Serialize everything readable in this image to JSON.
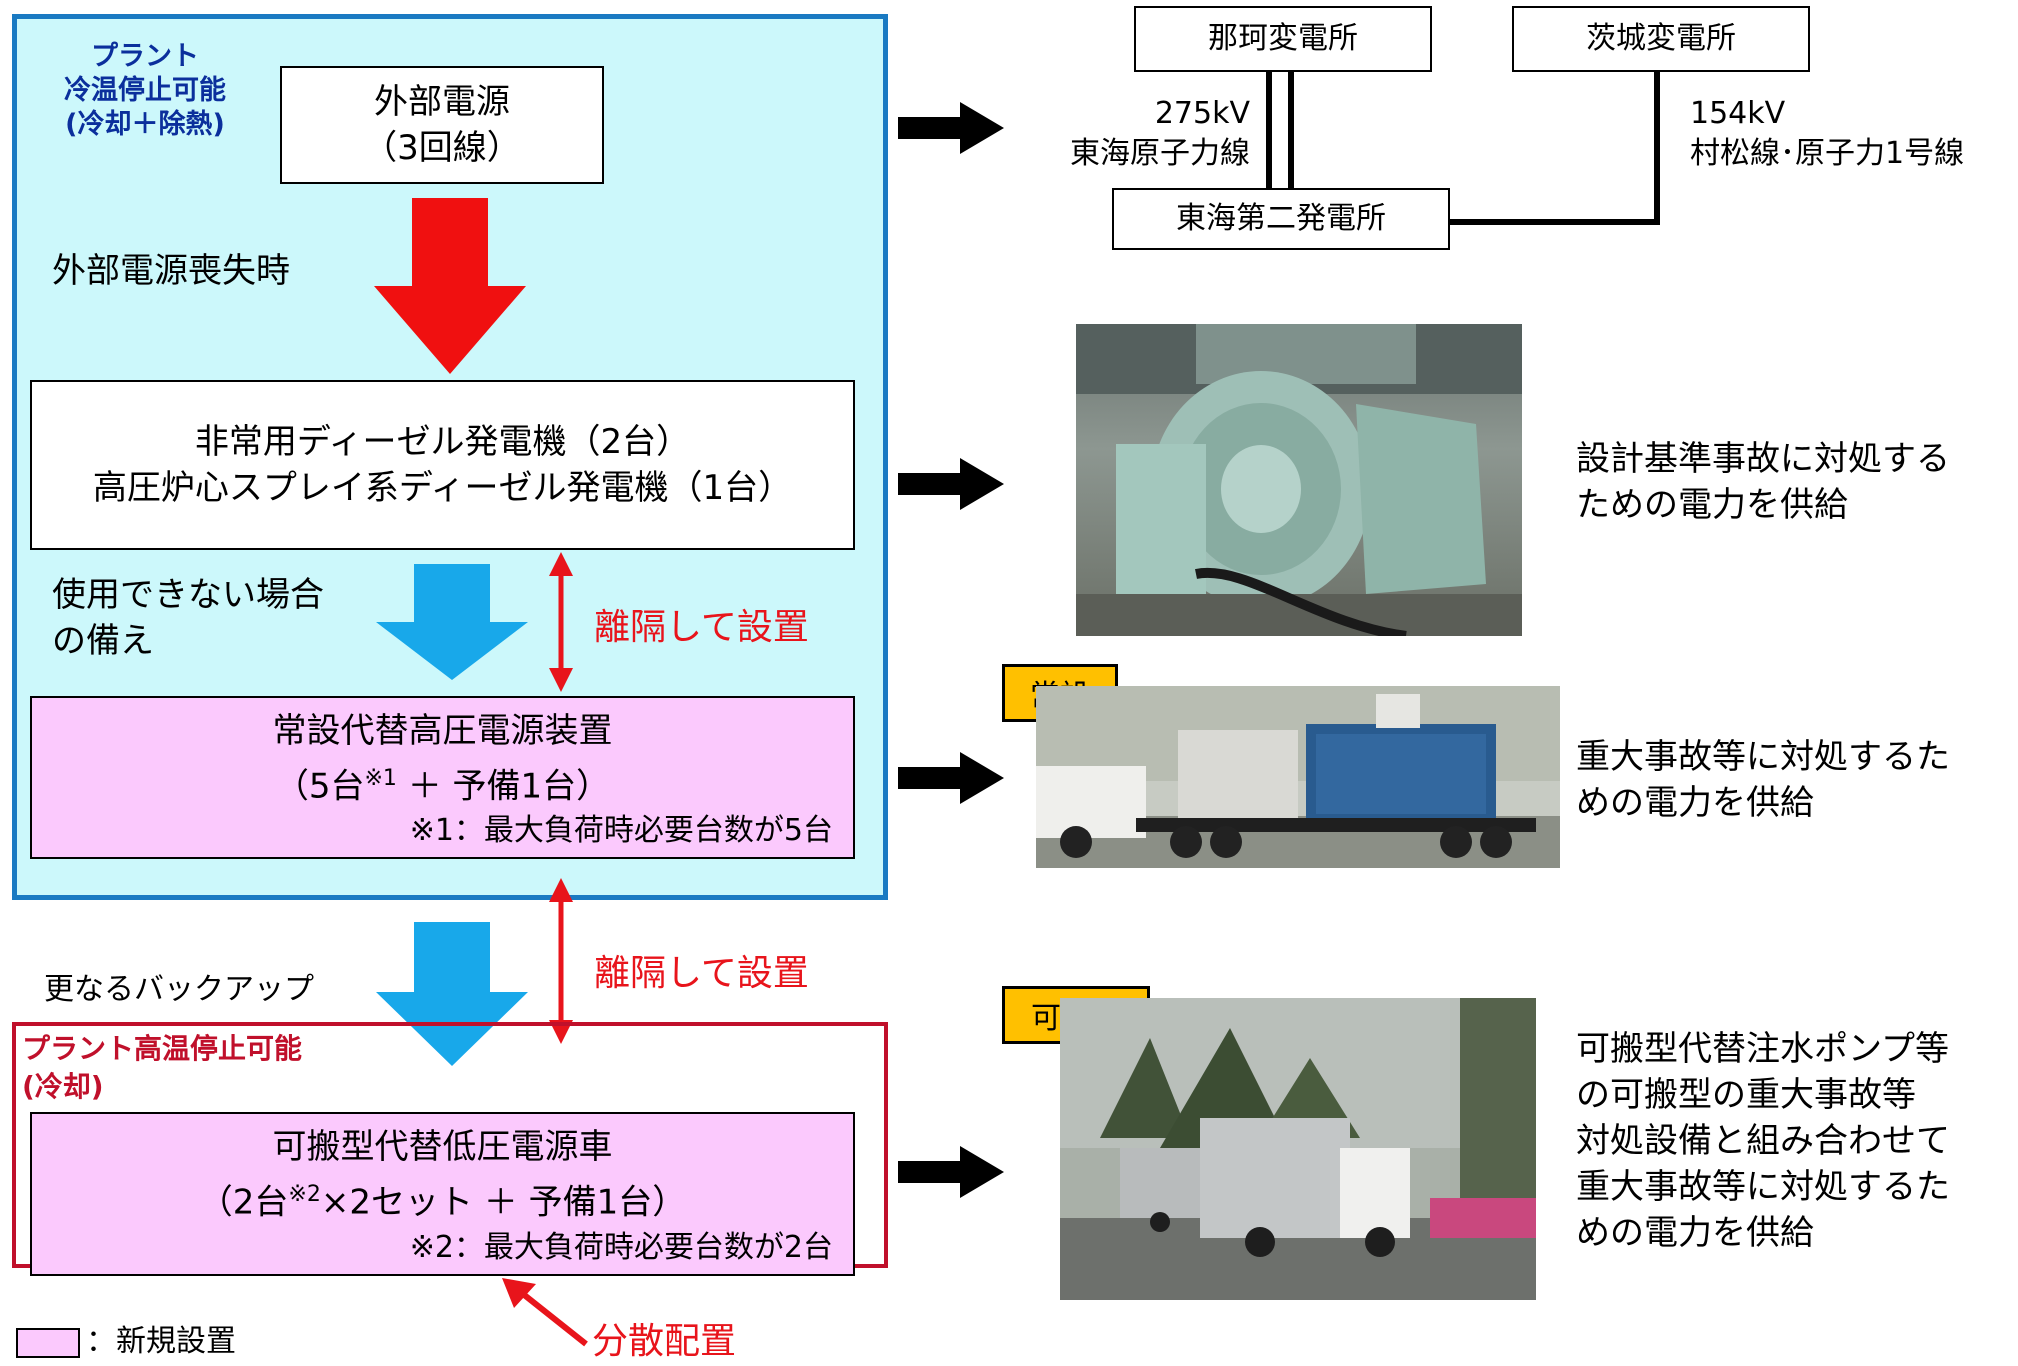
{
  "left_panel": {
    "plant_cold_title": [
      "プラント",
      "冷温停止可能",
      "(冷却＋除熱)"
    ],
    "external_power": [
      "外部電源",
      "（3回線）"
    ],
    "on_loss_label": "外部電源喪失時",
    "diesel_box": [
      "非常用ディーゼル発電機（2台）",
      "高圧炉心スプレイ系ディーゼル発電機（1台）"
    ],
    "unusable_label": [
      "使用できない場合",
      "の備え"
    ],
    "separate_install_1": "離隔して設置",
    "permanent_box": {
      "title": "常設代替高圧電源装置",
      "line2_pre": "（5台",
      "line2_sup": "※1",
      "line2_post": " ＋ 予備1台）",
      "note": "※1：最大負荷時必要台数が5台"
    },
    "further_backup_label": "更なるバックアップ",
    "separate_install_2": "離隔して設置",
    "plant_hot_title": [
      "プラント高温停止可能",
      "(冷却)"
    ],
    "portable_box": {
      "title": "可搬型代替低圧電源車",
      "line2_pre": "（2台",
      "line2_sup": "※2",
      "line2_post": "×2セット ＋ 予備1台）",
      "note": "※2：最大負荷時必要台数が2台"
    },
    "distributed_label": "分散配置",
    "legend_label": "：新規設置"
  },
  "grid_diagram": {
    "naka_substation": "那珂変電所",
    "ibaraki_substation": "茨城変電所",
    "tokai_plant": "東海第二発電所",
    "line_275": [
      "275kV",
      "東海原子力線"
    ],
    "line_154": [
      "154kV",
      "村松線･原子力1号線"
    ]
  },
  "right_panel": {
    "diesel_desc": [
      "設計基準事故に対処する",
      "ための電力を供給"
    ],
    "permanent_tag": "常設",
    "permanent_desc": [
      "重大事故等に対処するた",
      "めの電力を供給"
    ],
    "portable_tag": "可搬型",
    "portable_desc": [
      "可搬型代替注水ポンプ等",
      "の可搬型の重大事故等",
      "対処設備と組み合わせて",
      "重大事故等に対処するた",
      "めの電力を供給"
    ]
  },
  "colors": {
    "cyan_panel": "#ccf8fb",
    "cyan_border": "#1a7ac2",
    "pink_box": "#fbc9fd",
    "dark_red_border": "#c0102b",
    "red_arrow": "#f01010",
    "blue_arrow": "#18a8ea",
    "tag_yellow": "#ffc000"
  }
}
